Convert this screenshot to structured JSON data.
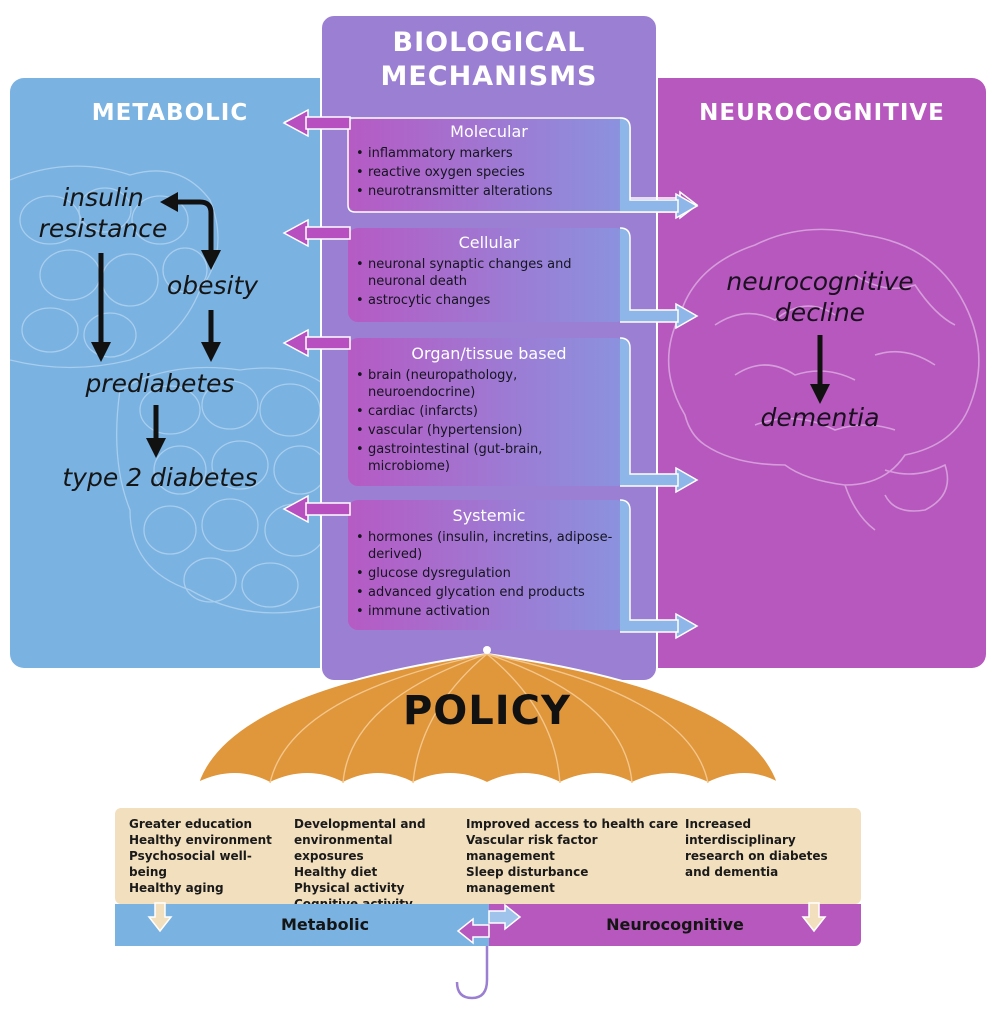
{
  "center_title": [
    "BIOLOGICAL",
    "MECHANISMS"
  ],
  "left_title": "METABOLIC",
  "right_title": "NEUROCOGNITIVE",
  "metabolic_flow": {
    "insulin_resistance": "insulin\nresistance",
    "obesity": "obesity",
    "prediabetes": "prediabetes",
    "type2": "type 2 diabetes"
  },
  "neuro_flow": {
    "decline": "neurocognitive\ndecline",
    "dementia": "dementia"
  },
  "mechanisms": [
    {
      "title": "Molecular",
      "items": [
        "inflammatory markers",
        "reactive oxygen species",
        "neurotransmitter alterations"
      ]
    },
    {
      "title": "Cellular",
      "items": [
        "neuronal synaptic changes and neuronal death",
        "astrocytic changes"
      ]
    },
    {
      "title": "Organ/tissue based",
      "items": [
        "brain (neuropathology, neuroendocrine)",
        "cardiac (infarcts)",
        "vascular (hypertension)",
        "gastrointestinal (gut-brain, microbiome)"
      ]
    },
    {
      "title": "Systemic",
      "items": [
        "hormones (insulin, incretins, adipose-derived)",
        "glucose dysregulation",
        "advanced glycation end products",
        "immune activation"
      ]
    }
  ],
  "policy_title": "POLICY",
  "policy_columns": [
    [
      "Greater education",
      "Healthy environment",
      "Psychosocial well-being",
      "Healthy aging"
    ],
    [
      "Developmental and\nenvironmental exposures",
      "Healthy diet",
      "Physical activity",
      "Cognitive activity"
    ],
    [
      "Improved access to health care",
      "Vascular risk factor management",
      "Sleep disturbance management"
    ],
    [
      "Increased interdisciplinary\nresearch on diabetes\nand dementia"
    ]
  ],
  "bottom_left_label": "Metabolic",
  "bottom_right_label": "Neurocognitive",
  "colors": {
    "metabolic": "#7ab2e1",
    "neurocognitive": "#b658bd",
    "mechanisms": "#9b7fd2",
    "umbrella": "#e0963b",
    "policy_box": "#f2dfbe"
  }
}
